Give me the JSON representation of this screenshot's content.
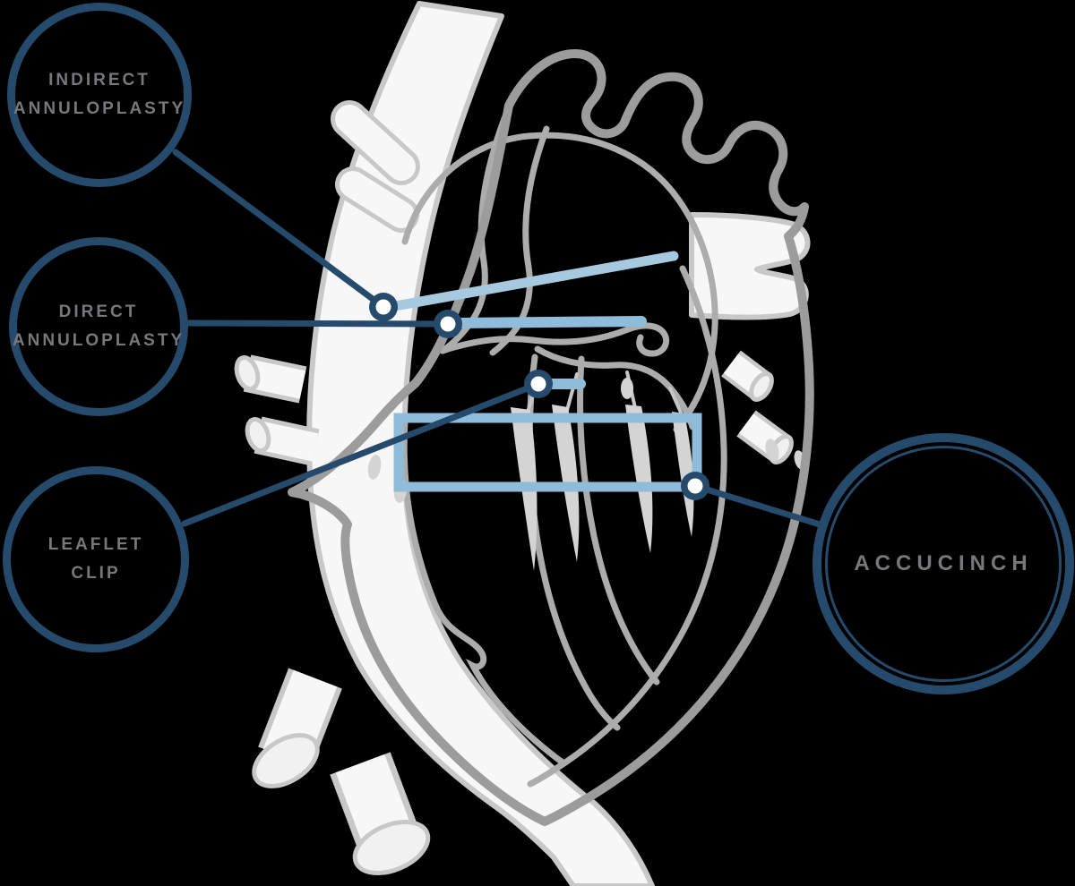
{
  "colors": {
    "bg": "#000000",
    "navy": "#254A6B",
    "blue_light": "#8FBCDA",
    "blue_lighter": "#A6C9E0",
    "label_text": "#77787B",
    "outline_thick": "#9C9C9C",
    "outline_mid": "#ACACAC",
    "vessel_fill": "#F7F7F7",
    "vessel_stroke": "#C8C8C8",
    "muscle": "#D4D4D4"
  },
  "labels": {
    "indirect": {
      "line1": "INDIRECT",
      "line2": "ANNULOPLASTY"
    },
    "direct": {
      "line1": "DIRECT",
      "line2": "ANNULOPLASTY"
    },
    "leaflet": {
      "line1": "LEAFLET",
      "line2": "CLIP"
    },
    "accucinch": {
      "line1": "ACCUCINCH"
    }
  }
}
